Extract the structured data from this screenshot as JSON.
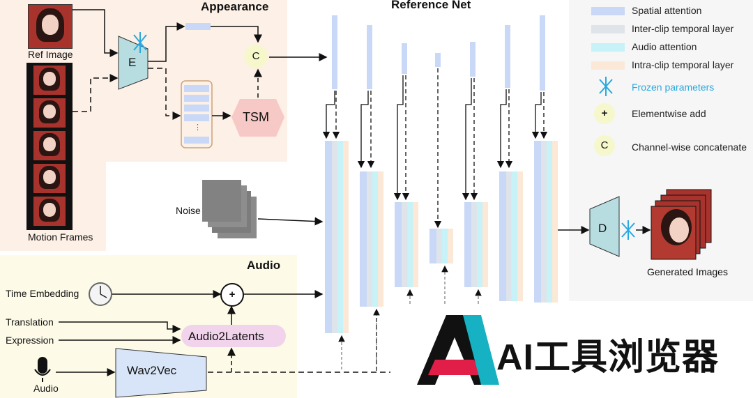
{
  "titles": {
    "appearance": "Appearance",
    "reference_net": "Reference Net",
    "audio": "Audio"
  },
  "labels": {
    "ref_image": "Ref Image",
    "motion_frames": "Motion Frames",
    "encoder": "E",
    "concat": "C",
    "tsm": "TSM",
    "noise": "Noise",
    "decoder": "D",
    "generated_images": "Generated Images",
    "time_embedding": "Time Embedding",
    "add": "+",
    "translation": "Translation",
    "expression": "Expression",
    "audio2latents": "Audio2Latents",
    "audio_input": "Audio",
    "wav2vec": "Wav2Vec",
    "tsm_dots": "⋮"
  },
  "legend": [
    {
      "text": "Spatial attention",
      "color": "#c9d8f6"
    },
    {
      "text": "Inter-clip temporal layer",
      "color": "#dfe4ea"
    },
    {
      "text": "Audio attention",
      "color": "#c6f2f8"
    },
    {
      "text": "Intra-clip temporal layer",
      "color": "#fbe8d6"
    },
    {
      "text": "Frozen parameters",
      "color": "#29a9e0",
      "icon": "snowflake"
    },
    {
      "text": "Elementwise add",
      "symbol": "+"
    },
    {
      "text": "Channel-wise concatenate",
      "symbol": "C"
    }
  ],
  "watermark": {
    "text": "AI工具浏览器"
  },
  "colors": {
    "appearance_bg": "#fdf0e6",
    "audio_bg": "#fdfbe8",
    "tsm_fill": "#f7c9c6",
    "encoder_fill": "#b7dde1",
    "audio2latents_fill": "#f1d3ec",
    "wav2vec_fill": "#d8e5f8",
    "frozen_color": "#29a9e0"
  }
}
